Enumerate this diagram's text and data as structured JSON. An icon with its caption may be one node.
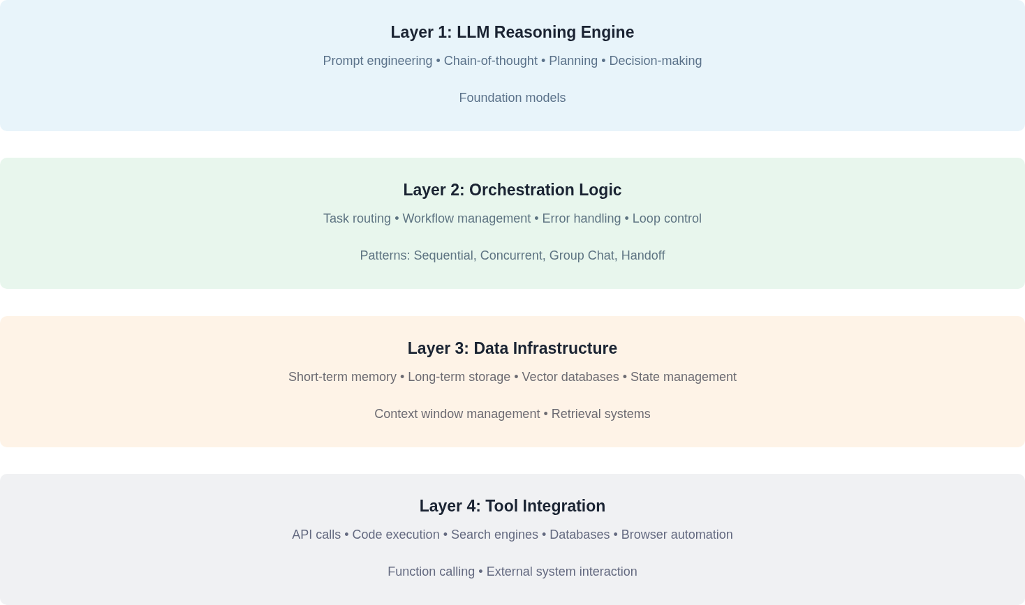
{
  "diagram": {
    "nodes": [
      {
        "text": [
          "Layer 1: LLM Reasoning Engine",
          "Prompt engineering • Chain-of-thought • Planning • Decision-making",
          "Foundation models"
        ]
      },
      {
        "text": [
          "Layer 2: Orchestration Logic",
          "Task routing • Workflow management • Error handling • Loop control",
          "Patterns: Sequential, Concurrent, Group Chat, Handoff"
        ]
      },
      {
        "text": [
          "Layer 3: Data Infrastructure",
          "Short-term memory • Long-term storage • Vector databases • State management",
          "Context window management • Retrieval systems"
        ]
      },
      {
        "text": [
          "Layer 4: Tool Integration",
          "API calls • Code execution • Search engines • Databases • Browser automation",
          "Function calling • External system interaction"
        ]
      }
    ]
  }
}
